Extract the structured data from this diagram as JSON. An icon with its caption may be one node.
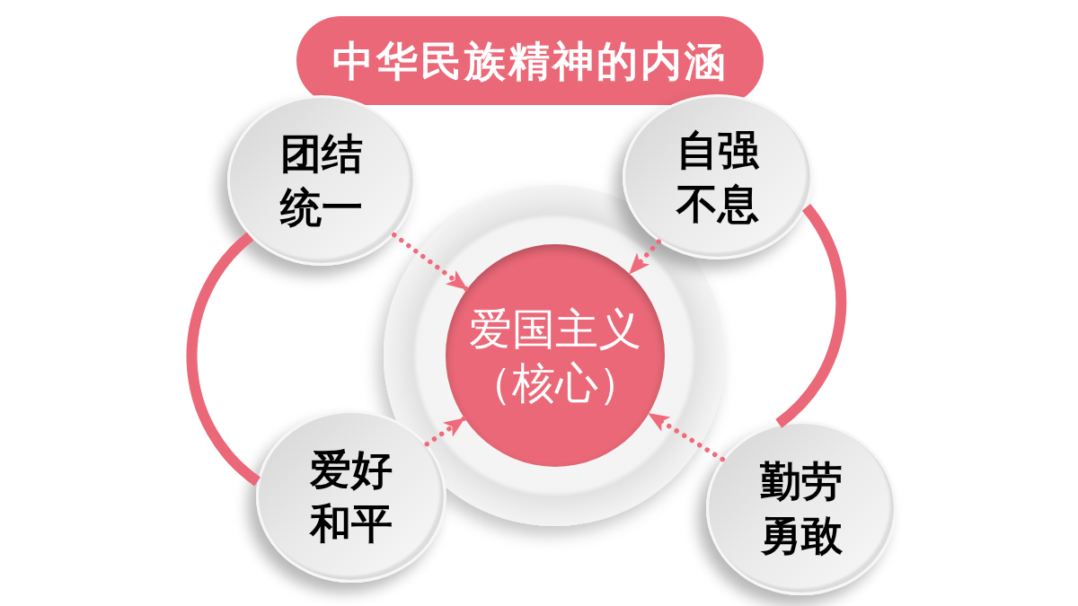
{
  "diagram": {
    "title": "中华民族精神的内涵",
    "nodes": [
      {
        "text": [
          "团结统一"
        ]
      },
      {
        "text": [
          "自强不息"
        ]
      },
      {
        "text": [
          "爱国主义（核心）"
        ]
      },
      {
        "text": [
          "爱好和平"
        ]
      },
      {
        "text": [
          "勤劳勇敢"
        ]
      }
    ],
    "edges": [
      {
        "from": 0,
        "to": 2,
        "arrow": "to",
        "style": "dashed"
      },
      {
        "from": 1,
        "to": 2,
        "arrow": "to",
        "style": "dashed"
      },
      {
        "from": 3,
        "to": 2,
        "arrow": "to",
        "style": "dashed"
      },
      {
        "from": 4,
        "to": 2,
        "arrow": "to",
        "style": "dashed"
      },
      {
        "from": 0,
        "to": 3,
        "arrow": "none",
        "style": "thick"
      },
      {
        "from": 1,
        "to": 4,
        "arrow": "none",
        "style": "thick"
      }
    ]
  }
}
